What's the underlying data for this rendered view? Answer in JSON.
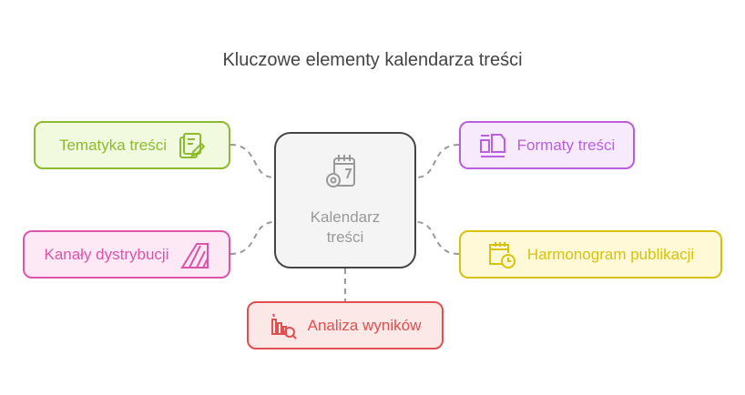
{
  "title": "Kluczowe elementy kalendarza treści",
  "center": {
    "label_line1": "Kalendarz",
    "label_line2": "treści",
    "icon": "calendar-gear-icon"
  },
  "nodes": [
    {
      "label": "Tematyka treści",
      "icon": "document-edit-icon",
      "color": "#8dbb2f",
      "fill": "#f1fadf"
    },
    {
      "label": "Kanały dystrybucji",
      "icon": "striped-triangle-icon",
      "color": "#dd55aa",
      "fill": "#fde8f5"
    },
    {
      "label": "Analiza wyników",
      "icon": "chart-magnifier-icon",
      "color": "#e05050",
      "fill": "#fde8e8"
    },
    {
      "label": "Formaty treści",
      "icon": "layout-formats-icon",
      "color": "#bb5ee0",
      "fill": "#f7eafd"
    },
    {
      "label": "Harmonogram publikacji",
      "icon": "calendar-clock-icon",
      "color": "#d9c10f",
      "fill": "#fff9d8"
    }
  ]
}
